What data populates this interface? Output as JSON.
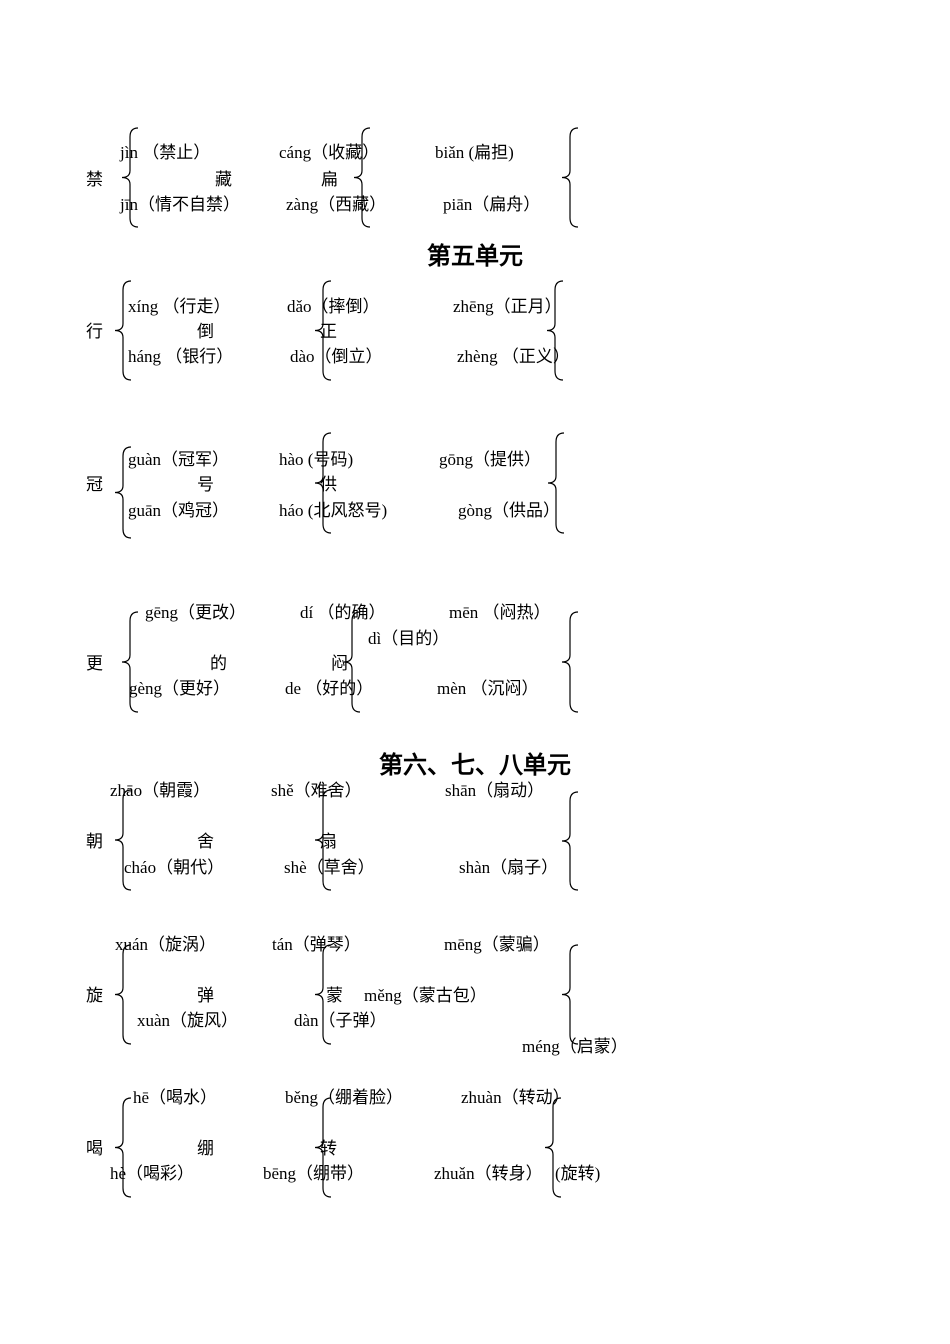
{
  "headings": {
    "unit5": "第五单元",
    "unit678": "第六、七、八单元"
  },
  "groups": [
    {
      "char": "禁",
      "items": [
        "jìn （禁止）",
        "jīn（情不自禁）",
        "藏",
        "cáng（收藏）",
        "zàng（西藏）",
        "扁",
        "biǎn (扁担)",
        "piān（扁舟）"
      ]
    },
    {
      "char": "行",
      "items": [
        "xíng （行走）",
        "háng （银行）",
        "倒",
        "dǎo（摔倒）",
        "dào（倒立）",
        "正",
        "zhēng（正月）",
        "zhèng （正义）"
      ]
    },
    {
      "char": "冠",
      "items": [
        "guàn（冠军）",
        "guān（鸡冠）",
        "号",
        "hào (号码)",
        "háo (北风怒号)",
        "供",
        "gōng（提供）",
        "gòng（供品）"
      ]
    },
    {
      "char": "更",
      "items": [
        "gēng（更改）",
        "gèng（更好）",
        "的",
        "dí （的确）",
        "de （好的）",
        "dì（目的）",
        "闷",
        "mēn （闷热）",
        "mèn （沉闷）"
      ]
    },
    {
      "char": "朝",
      "items": [
        "zhāo（朝霞）",
        "cháo（朝代）",
        "舍",
        "shě（难舍）",
        "shè（草舍）",
        "扇",
        "shān（扇动）",
        "shàn（扇子）"
      ]
    },
    {
      "char": "旋",
      "items": [
        "xuán（旋涡）",
        "xuàn（旋风）",
        "弹",
        "tán（弹琴）",
        "dàn（子弹）",
        "蒙",
        "měng（蒙古包）",
        "mēng（蒙骗）",
        "méng（启蒙）"
      ]
    },
    {
      "char": "喝",
      "items": [
        "hē（喝水）",
        "hè（喝彩）",
        "绷",
        "běng（绷着脸）",
        "bēng（绷带）",
        "转",
        "zhuàn（转动）",
        "zhuǎn（转身）",
        "(旋转)"
      ]
    }
  ]
}
